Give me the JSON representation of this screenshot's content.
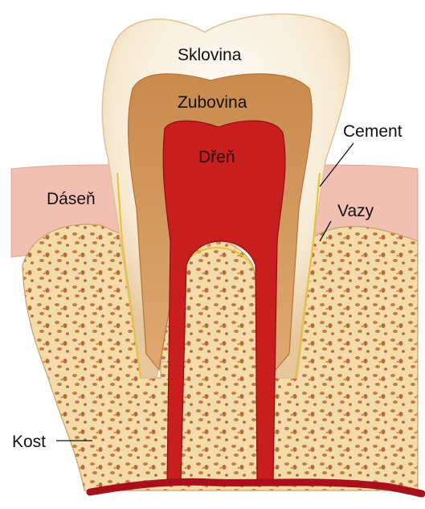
{
  "labels": {
    "enamel": "Sklovina",
    "dentin": "Zubovina",
    "pulp": "Dřeň",
    "cementum": "Cement",
    "gum": "Dáseň",
    "ligaments": "Vazy",
    "bone": "Kost"
  },
  "colors": {
    "enamel": "#f6ead2",
    "dentin": "#c98a4d",
    "pulp": "#c81e1e",
    "gum": "#f2bfb3",
    "bone": "#f3dcaa",
    "bone_pores": "#c57a42",
    "cementum_line": "#e6c23a",
    "ligament": "#e9a3b6",
    "vessel": "#a90f1c"
  }
}
